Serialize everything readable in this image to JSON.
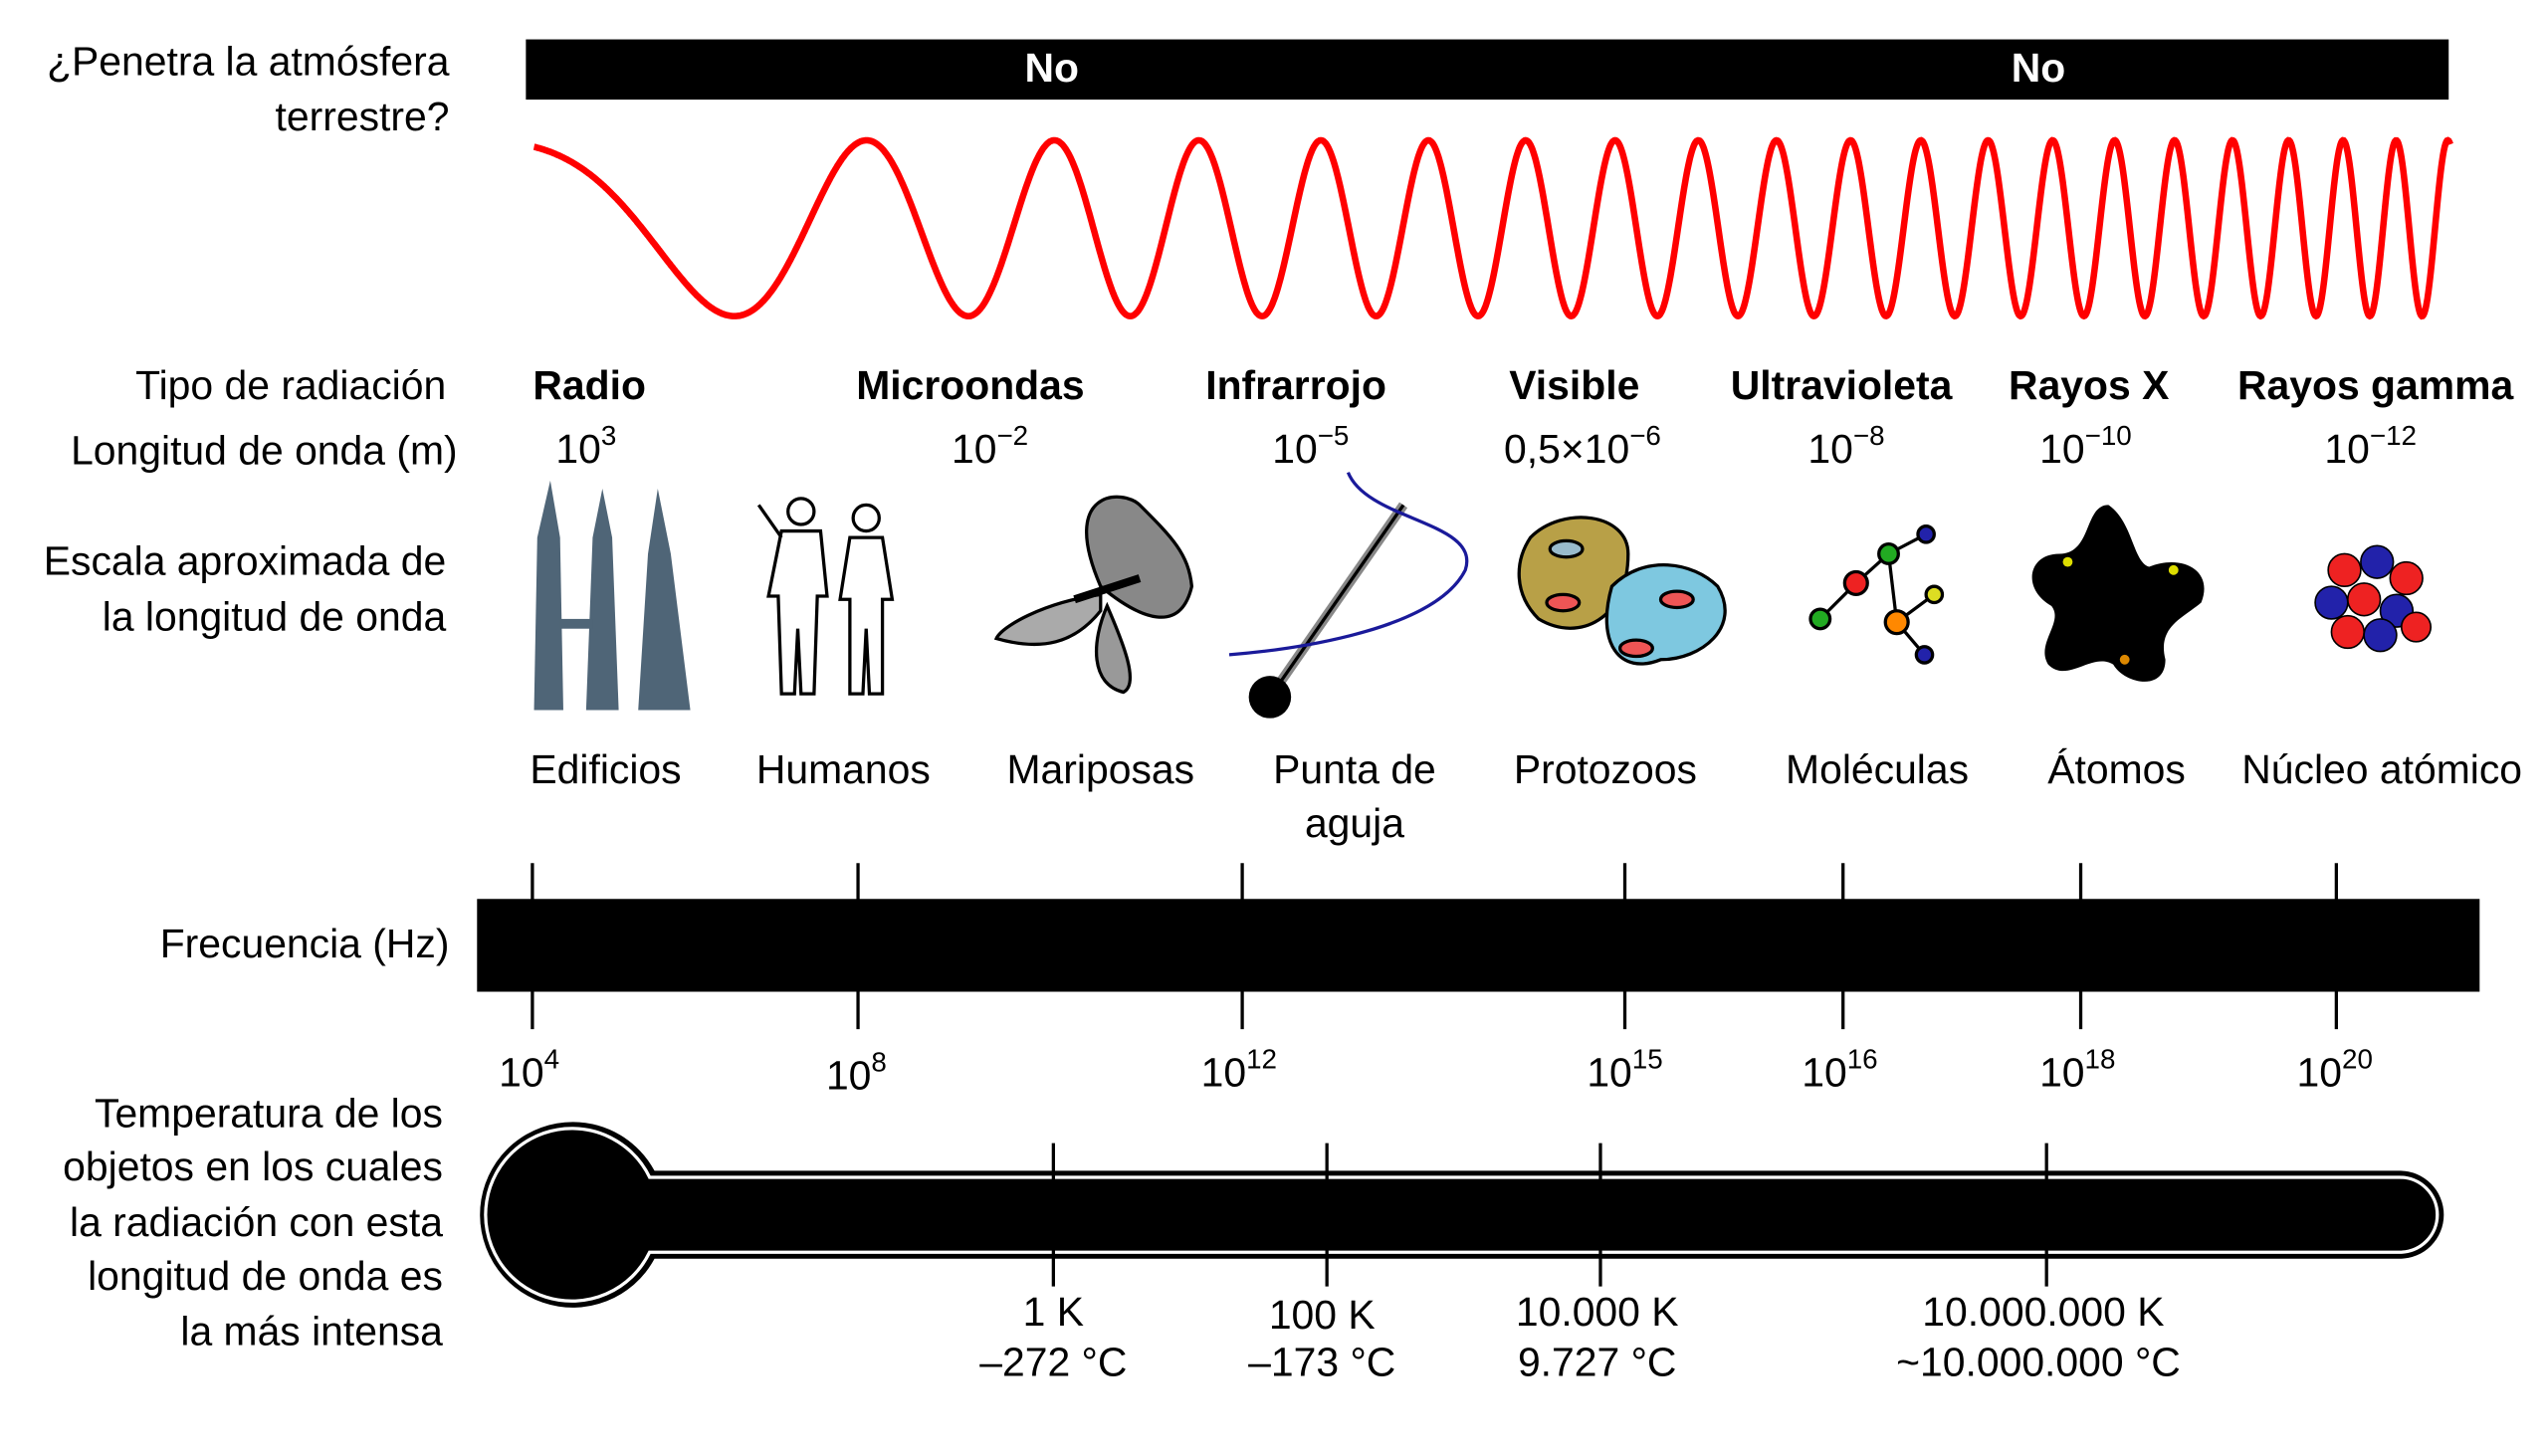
{
  "atmosphere": {
    "question_line1": "¿Penetra la atmósfera",
    "question_line2": "terrestre?",
    "bar_labels": [
      "No",
      "No"
    ]
  },
  "row_labels": {
    "type": "Tipo de radiación",
    "wavelength": "Longitud de onda (m)",
    "scale_line1": "Escala aproximada de",
    "scale_line2": "la longitud de onda",
    "frequency": "Frecuencia (Hz)",
    "temp_lines": [
      "Temperatura de los",
      "objetos en los cuales",
      "la radiación con esta",
      "longitud de onda es",
      "la más intensa"
    ]
  },
  "radiation_types": [
    "Radio",
    "Microondas",
    "Infrarrojo",
    "Visible",
    "Ultravioleta",
    "Rayos X",
    "Rayos gamma"
  ],
  "wavelengths": [
    {
      "base": "10",
      "exp": "3"
    },
    {
      "base": "10",
      "exp": "−2"
    },
    {
      "base": "10",
      "exp": "−5"
    },
    {
      "base": "0,5×10",
      "exp": "−6"
    },
    {
      "base": "10",
      "exp": "−8"
    },
    {
      "base": "10",
      "exp": "−10"
    },
    {
      "base": "10",
      "exp": "−12"
    }
  ],
  "scale_objects": [
    "Edificios",
    "Humanos",
    "Mariposas",
    "Punta de",
    "aguja",
    "Protozoos",
    "Moléculas",
    "Átomos",
    "Núcleo atómico"
  ],
  "frequency_ticks": [
    {
      "base": "10",
      "exp": "4"
    },
    {
      "base": "10",
      "exp": "8"
    },
    {
      "base": "10",
      "exp": "12"
    },
    {
      "base": "10",
      "exp": "15"
    },
    {
      "base": "10",
      "exp": "16"
    },
    {
      "base": "10",
      "exp": "18"
    },
    {
      "base": "10",
      "exp": "20"
    }
  ],
  "temperatures": [
    {
      "kelvin": "1 K",
      "celsius": "–272 °C"
    },
    {
      "kelvin": "100 K",
      "celsius": "–173 °C"
    },
    {
      "kelvin": "10.000 K",
      "celsius": "9.727 °C"
    },
    {
      "kelvin": "10.000.000 K",
      "celsius": "~10.000.000 °C"
    }
  ],
  "colors": {
    "wave": "#ff0000",
    "building": "#4f6577",
    "needle_thread": "#1a1a9a"
  }
}
